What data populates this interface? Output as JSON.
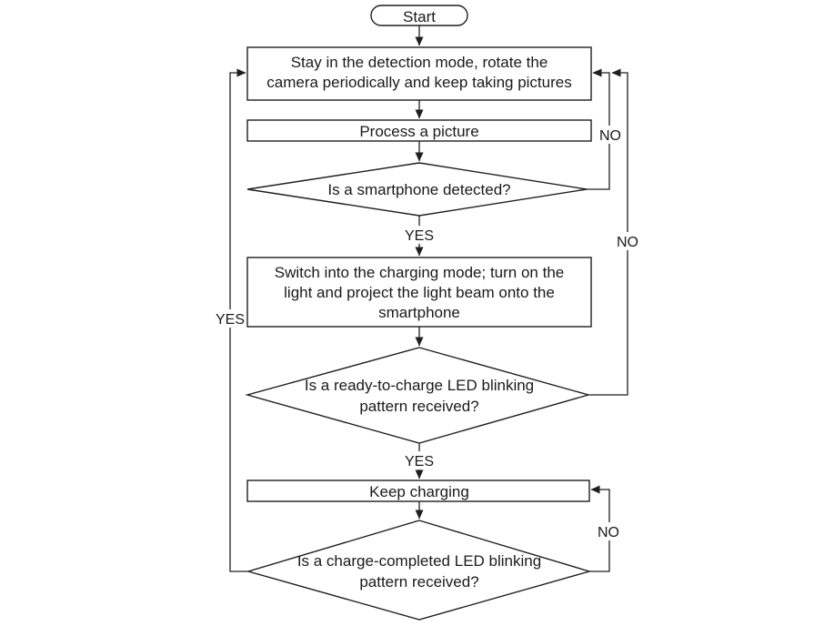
{
  "diagram": {
    "title": "Smartphone light-charging control flowchart",
    "line_color": "#1f1f1f",
    "text_color": "#1a1a1a",
    "background": "#ffffff"
  },
  "nodes": {
    "start": {
      "type": "terminator",
      "label": "Start"
    },
    "detect": {
      "type": "process",
      "lines": [
        "Stay in the detection mode, rotate the",
        "camera periodically and keep taking pictures"
      ]
    },
    "process_picture": {
      "type": "process",
      "label": "Process a picture"
    },
    "smartphone_detected": {
      "type": "decision",
      "label": "Is a smartphone detected?"
    },
    "charging_mode": {
      "type": "process",
      "lines": [
        "Switch into the charging mode; turn on the",
        "light and project the light beam onto the",
        "smartphone"
      ]
    },
    "ready_to_charge": {
      "type": "decision",
      "lines": [
        "Is a ready-to-charge LED blinking",
        "pattern received?"
      ]
    },
    "keep_charging": {
      "type": "process",
      "label": "Keep charging"
    },
    "charge_completed": {
      "type": "decision",
      "lines": [
        "Is a charge-completed LED blinking",
        "pattern received?"
      ]
    }
  },
  "labels": {
    "yes_detected": "YES",
    "no_detected": "NO",
    "yes_ready": "YES",
    "no_ready": "NO",
    "no_completed": "NO",
    "yes_completed": "YES"
  },
  "edges": [
    {
      "from": "start",
      "to": "detect",
      "label": ""
    },
    {
      "from": "detect",
      "to": "process_picture",
      "label": ""
    },
    {
      "from": "process_picture",
      "to": "smartphone_detected",
      "label": ""
    },
    {
      "from": "smartphone_detected",
      "to": "charging_mode",
      "label": "YES"
    },
    {
      "from": "smartphone_detected",
      "to": "detect",
      "label": "NO"
    },
    {
      "from": "charging_mode",
      "to": "ready_to_charge",
      "label": ""
    },
    {
      "from": "ready_to_charge",
      "to": "keep_charging",
      "label": "YES"
    },
    {
      "from": "ready_to_charge",
      "to": "detect",
      "label": "NO"
    },
    {
      "from": "keep_charging",
      "to": "charge_completed",
      "label": ""
    },
    {
      "from": "charge_completed",
      "to": "keep_charging",
      "label": "NO"
    },
    {
      "from": "charge_completed",
      "to": "detect",
      "label": "YES"
    }
  ]
}
